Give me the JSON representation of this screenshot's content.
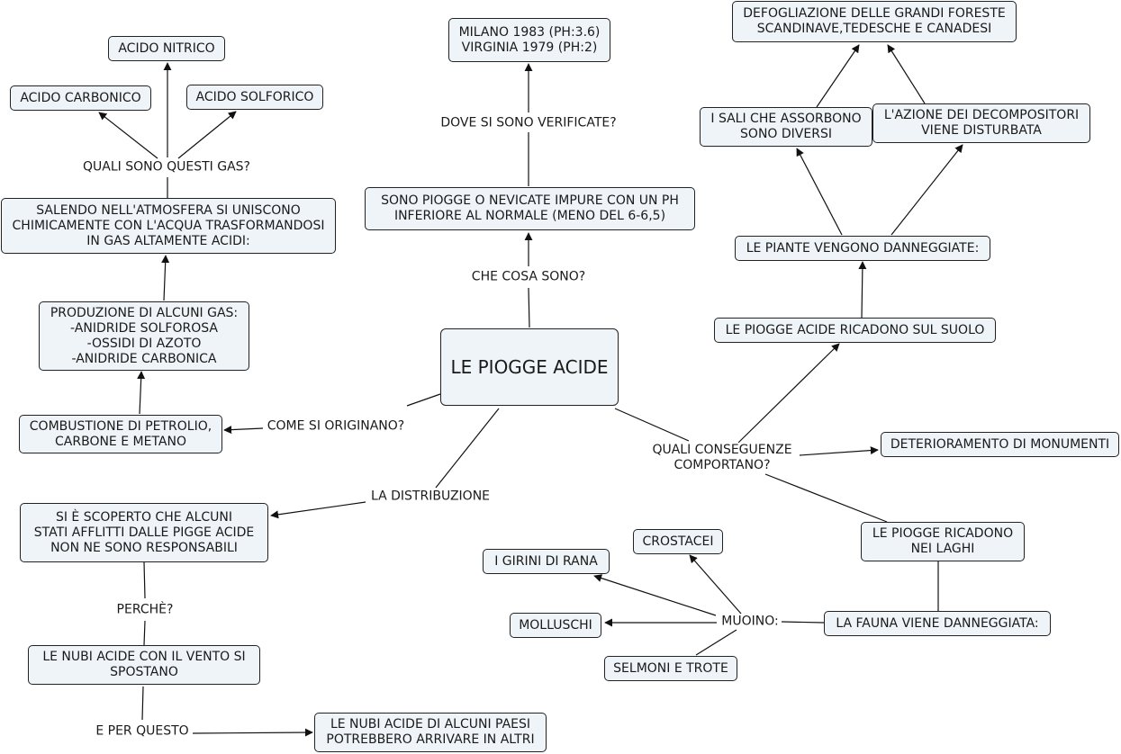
{
  "nodes": {
    "main": "LE PIOGGE ACIDE",
    "sono": "SONO PIOGGE  O NEVICATE IMPURE CON UN PH\nINFERIORE AL NORMALE (MENO DEL 6-6,5)",
    "milano": "MILANO 1983 (PH:3.6)\nVIRGINIA 1979 (PH:2)",
    "combustione": "COMBUSTIONE DI PETROLIO,\nCARBONE E METANO",
    "produzione": "PRODUZIONE DI ALCUNI GAS:\n-ANIDRIDE SOLFOROSA\n-OSSIDI DI AZOTO\n-ANIDRIDE CARBONICA",
    "salendo": "SALENDO NELL'ATMOSFERA SI UNISCONO\nCHIMICAMENTE CON L'ACQUA TRASFORMANDOSI\nIN GAS ALTAMENTE ACIDI:",
    "nitrico": "ACIDO NITRICO",
    "carbonico": "ACIDO CARBONICO",
    "solforico": "ACIDO SOLFORICO",
    "scoperto": "SI È SCOPERTO CHE ALCUNI\nSTATI AFFLITTI DALLE PIGGE ACIDE\nNON NE SONO RESPONSABILI",
    "nubi": "LE NUBI ACIDE CON IL VENTO SI\nSPOSTANO",
    "paesi": "LE NUBI ACIDE DI ALCUNI PAESI\nPOTREBBERO ARRIVARE IN ALTRI",
    "monumenti": "DETERIORAMENTO DI MONUMENTI",
    "suolo": "LE PIOGGE ACIDE RICADONO SUL SUOLO",
    "piante": "LE PIANTE VENGONO DANNEGGIATE:",
    "sali": "I SALI CHE ASSORBONO\nSONO DIVERSI",
    "azione": "L'AZIONE DEI DECOMPOSITORI\nVIENE DISTURBATA",
    "defogliazione": "DEFOGLIAZIONE DELLE GRANDI FORESTE\nSCANDINAVE,TEDESCHE E CANADESI",
    "laghi": "LE PIOGGE RICADONO\nNEI LAGHI",
    "fauna": "LA FAUNA VIENE DANNEGGIATA:",
    "girini": "I GIRINI DI RANA",
    "crostacei": "CROSTACEI",
    "molluschi": "MOLLUSCHI",
    "salmoni": "SELMONI E TROTE"
  },
  "labels": {
    "cosa": "CHE COSA SONO?",
    "dove": "DOVE SI SONO VERIFICATE?",
    "originano": "COME SI ORIGINANO?",
    "quali_gas": "QUALI SONO QUESTI GAS?",
    "distribuzione": "LA DISTRIBUZIONE",
    "perche": "PERCHÈ?",
    "per_questo": "E PER QUESTO",
    "conseguenze": "QUALI CONSEGUENZE\nCOMPORTANO?",
    "muoino": "MUOINO:"
  },
  "colors": {
    "node_fill": "#eef4f7",
    "node_border": "#222222",
    "line": "#111111"
  }
}
